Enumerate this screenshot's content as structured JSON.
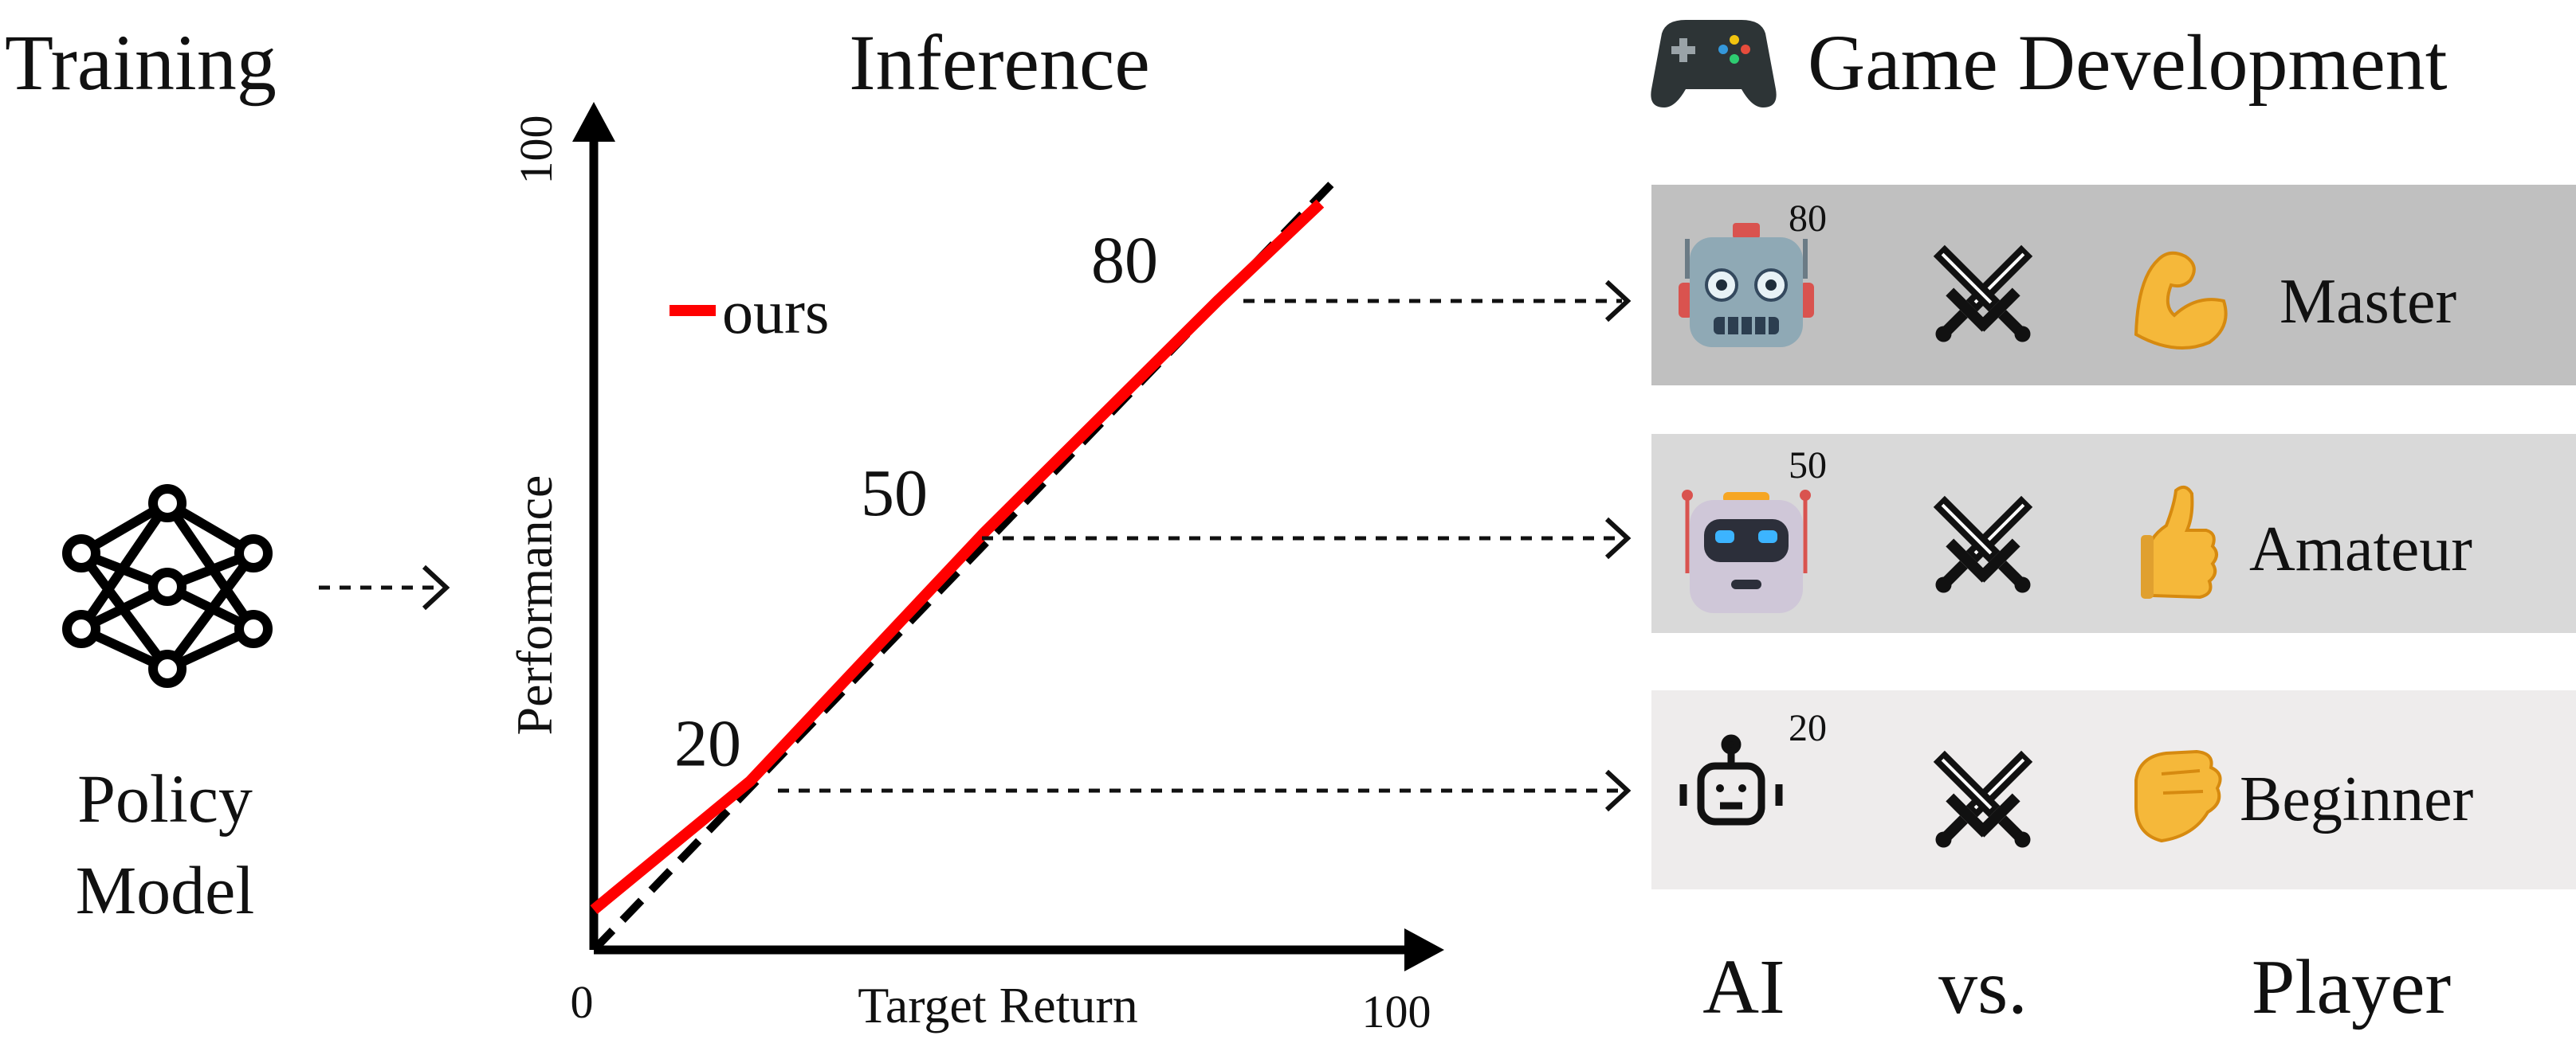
{
  "sections": {
    "training": "Training",
    "inference": "Inference",
    "game": "Game Development"
  },
  "policy_model": {
    "line1": "Policy",
    "line2": "Model"
  },
  "chart_data": {
    "type": "line",
    "xlabel": "Target Return",
    "ylabel": "Performance",
    "xlim": [
      0,
      100
    ],
    "ylim": [
      0,
      100
    ],
    "x_ticks": [
      "0",
      "100"
    ],
    "y_ticks": [
      "100"
    ],
    "legend": "ours",
    "legend_position": "upper-left",
    "series": [
      {
        "name": "ours",
        "color": "#ff0000",
        "style": "solid",
        "x": [
          0,
          20,
          50,
          80,
          93
        ],
        "y": [
          5,
          21,
          52,
          81,
          93
        ]
      },
      {
        "color": "#000000",
        "style": "dashed",
        "x": [
          0,
          95
        ],
        "y": [
          0,
          96
        ]
      }
    ],
    "annotations": [
      {
        "text": "20",
        "x": 20,
        "y": 21
      },
      {
        "text": "50",
        "x": 50,
        "y": 52
      },
      {
        "text": "80",
        "x": 80,
        "y": 81
      }
    ]
  },
  "rows": [
    {
      "level": "80",
      "player": "Master",
      "bg": "#c0c0c0",
      "ai_icon": "robot-face-icon",
      "player_icon": "flexed-biceps-icon"
    },
    {
      "level": "50",
      "player": "Amateur",
      "bg": "#d9d9d9",
      "ai_icon": "robot-cute-icon",
      "player_icon": "thumbs-up-icon"
    },
    {
      "level": "20",
      "player": "Beginner",
      "bg": "#eeecec",
      "ai_icon": "bot-outline-icon",
      "player_icon": "fist-icon"
    }
  ],
  "versus_icon": "crossed-swords-icon",
  "footer": {
    "ai": "AI",
    "vs": "vs.",
    "player": "Player"
  },
  "colors": {
    "accent": "#ff0000",
    "gamepad": "#2d3436"
  }
}
